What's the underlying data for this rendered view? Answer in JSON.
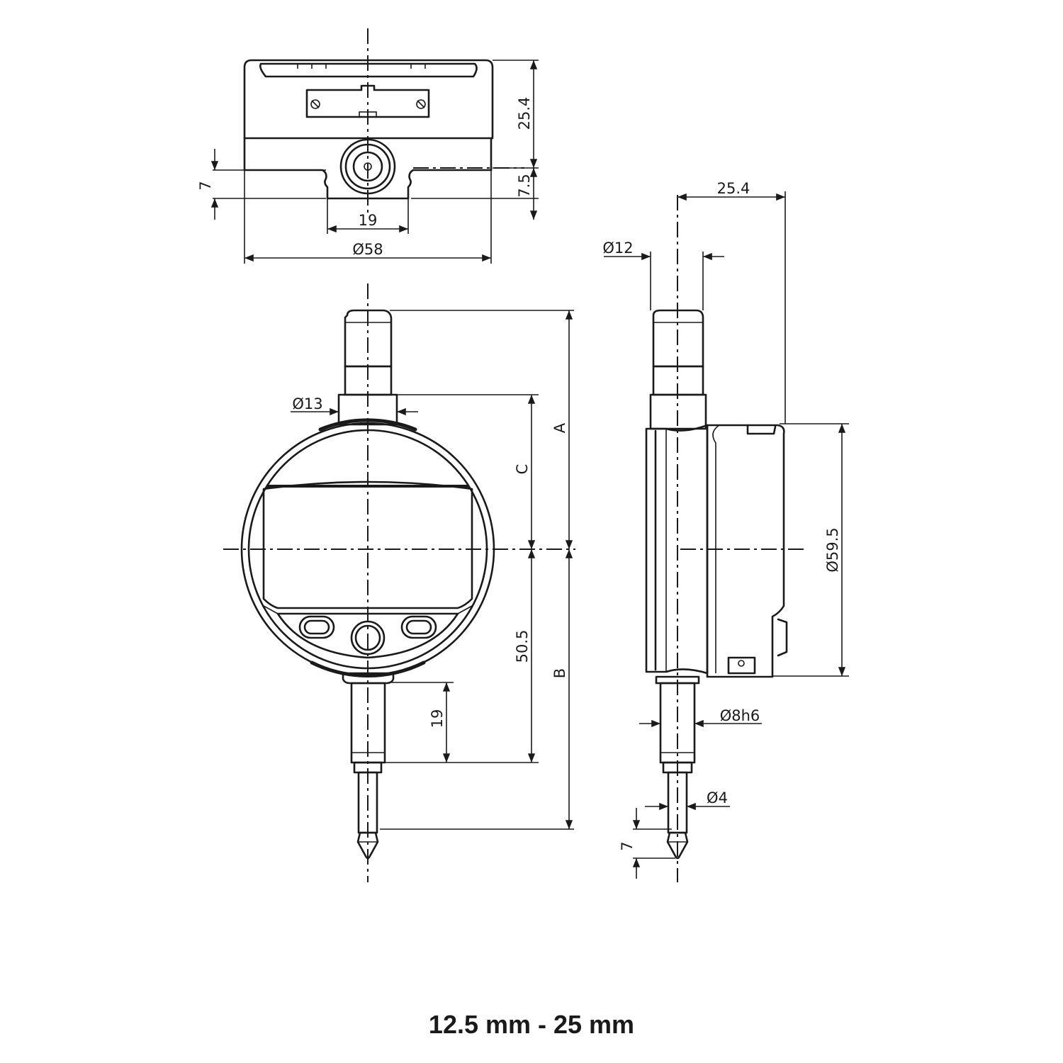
{
  "caption": "12.5 mm - 25 mm",
  "dimensions": {
    "top_height": "25.4",
    "top_offset": "7.5",
    "top_left": "7",
    "top_slot": "19",
    "top_diameter": "Ø58",
    "front_stem_dia": "Ø13",
    "front_a": "A",
    "front_c": "C",
    "front_b": "B",
    "front_505": "50.5",
    "front_19": "19",
    "side_depth": "25.4",
    "side_stem_dia": "Ø12",
    "side_body_dia": "Ø59.5",
    "side_spindle_dia": "Ø8h6",
    "side_tip_dia": "Ø4",
    "side_tip_len": "7"
  },
  "colors": {
    "line": "#1a1a1a",
    "background": "#ffffff"
  }
}
